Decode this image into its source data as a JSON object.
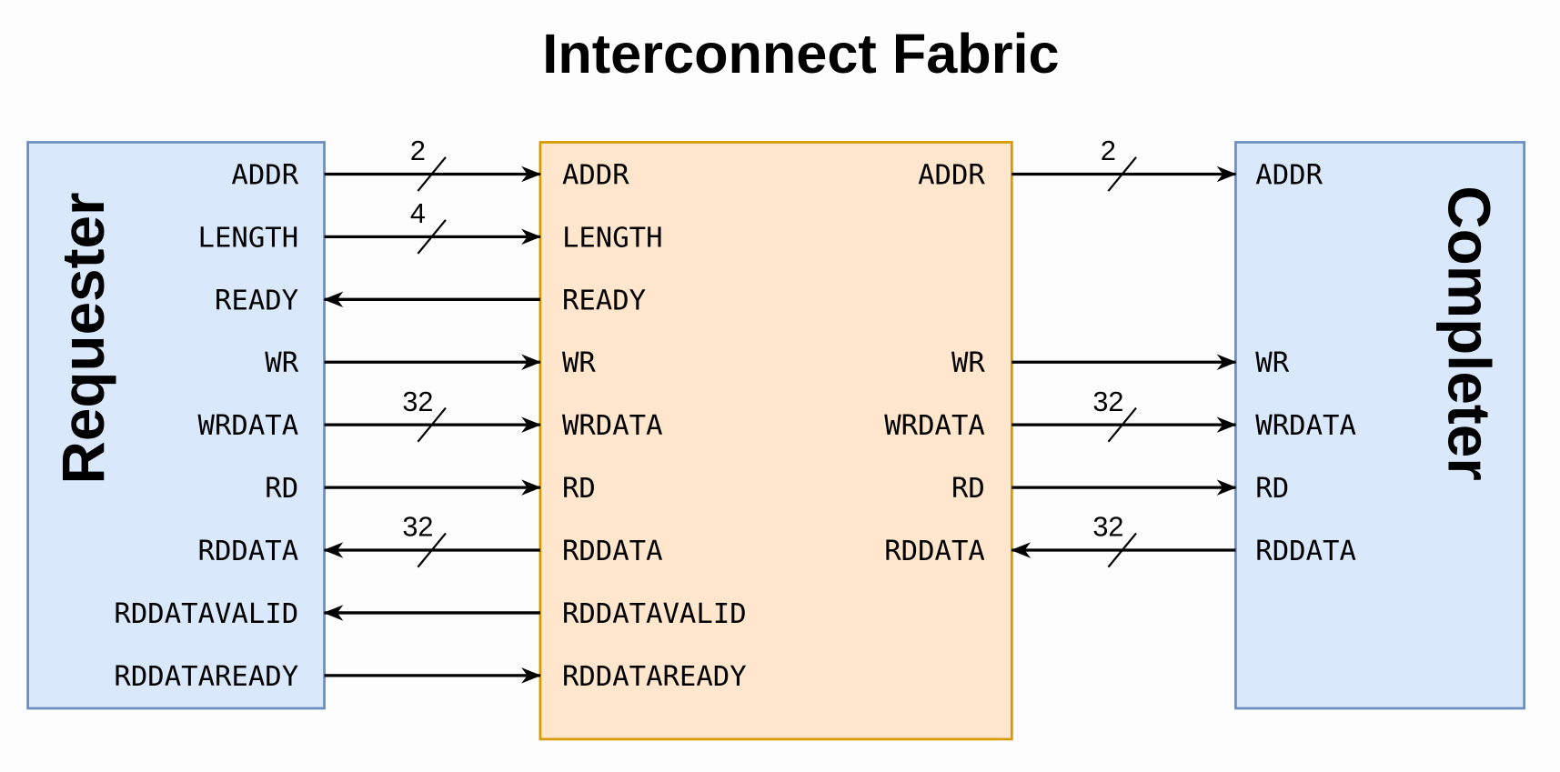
{
  "title": "Interconnect Fabric",
  "colors": {
    "background": "#fdfdfe",
    "endpoint_fill": "#dae8fc",
    "endpoint_stroke": "#6c8ebf",
    "fabric_fill": "#ffe6cc",
    "fabric_stroke": "#d79b00",
    "wire": "#000000"
  },
  "requester": {
    "label": "Requester",
    "signals": [
      {
        "name": "ADDR",
        "direction": "to-fabric",
        "width": "2"
      },
      {
        "name": "LENGTH",
        "direction": "to-fabric",
        "width": "4"
      },
      {
        "name": "READY",
        "direction": "to-requester",
        "width": ""
      },
      {
        "name": "WR",
        "direction": "to-fabric",
        "width": ""
      },
      {
        "name": "WRDATA",
        "direction": "to-fabric",
        "width": "32"
      },
      {
        "name": "RD",
        "direction": "to-fabric",
        "width": ""
      },
      {
        "name": "RDDATA",
        "direction": "to-requester",
        "width": "32"
      },
      {
        "name": "RDDATAVALID",
        "direction": "to-requester",
        "width": ""
      },
      {
        "name": "RDDATAREADY",
        "direction": "to-fabric",
        "width": ""
      }
    ]
  },
  "fabric": {
    "left_ports": [
      "ADDR",
      "LENGTH",
      "READY",
      "WR",
      "WRDATA",
      "RD",
      "RDDATA",
      "RDDATAVALID",
      "RDDATAREADY"
    ],
    "right_ports": [
      {
        "row": 0,
        "name": "ADDR"
      },
      {
        "row": 3,
        "name": "WR"
      },
      {
        "row": 4,
        "name": "WRDATA"
      },
      {
        "row": 5,
        "name": "RD"
      },
      {
        "row": 6,
        "name": "RDDATA"
      }
    ]
  },
  "completer": {
    "label": "Completer",
    "signals": [
      {
        "row": 0,
        "name": "ADDR",
        "direction": "to-completer",
        "width": "2"
      },
      {
        "row": 3,
        "name": "WR",
        "direction": "to-completer",
        "width": ""
      },
      {
        "row": 4,
        "name": "WRDATA",
        "direction": "to-completer",
        "width": "32"
      },
      {
        "row": 5,
        "name": "RD",
        "direction": "to-completer",
        "width": ""
      },
      {
        "row": 6,
        "name": "RDDATA",
        "direction": "to-fabric",
        "width": "32"
      }
    ]
  }
}
